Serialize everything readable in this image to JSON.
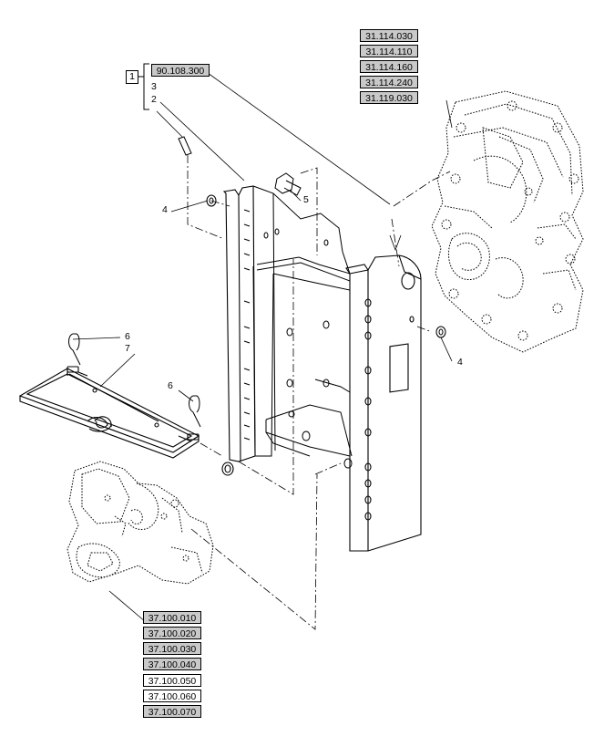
{
  "kit": {
    "number": "1",
    "reference": "90.108.300",
    "sub_items": [
      "3",
      "2"
    ]
  },
  "callouts": {
    "item_4_left": "4",
    "item_4_right": "4",
    "item_5": "5",
    "item_6_top": "6",
    "item_6_mid": "6",
    "item_7": "7"
  },
  "transmission_refs": [
    "31.114.030",
    "31.114.110",
    "31.114.160",
    "31.114.240",
    "31.119.030"
  ],
  "hitch_refs": [
    "37.100.010",
    "37.100.020",
    "37.100.030",
    "37.100.040",
    "37.100.050",
    "37.100.060",
    "37.100.070"
  ],
  "colors": {
    "line": "#000000",
    "shaded_box": "#c9c9c9"
  }
}
